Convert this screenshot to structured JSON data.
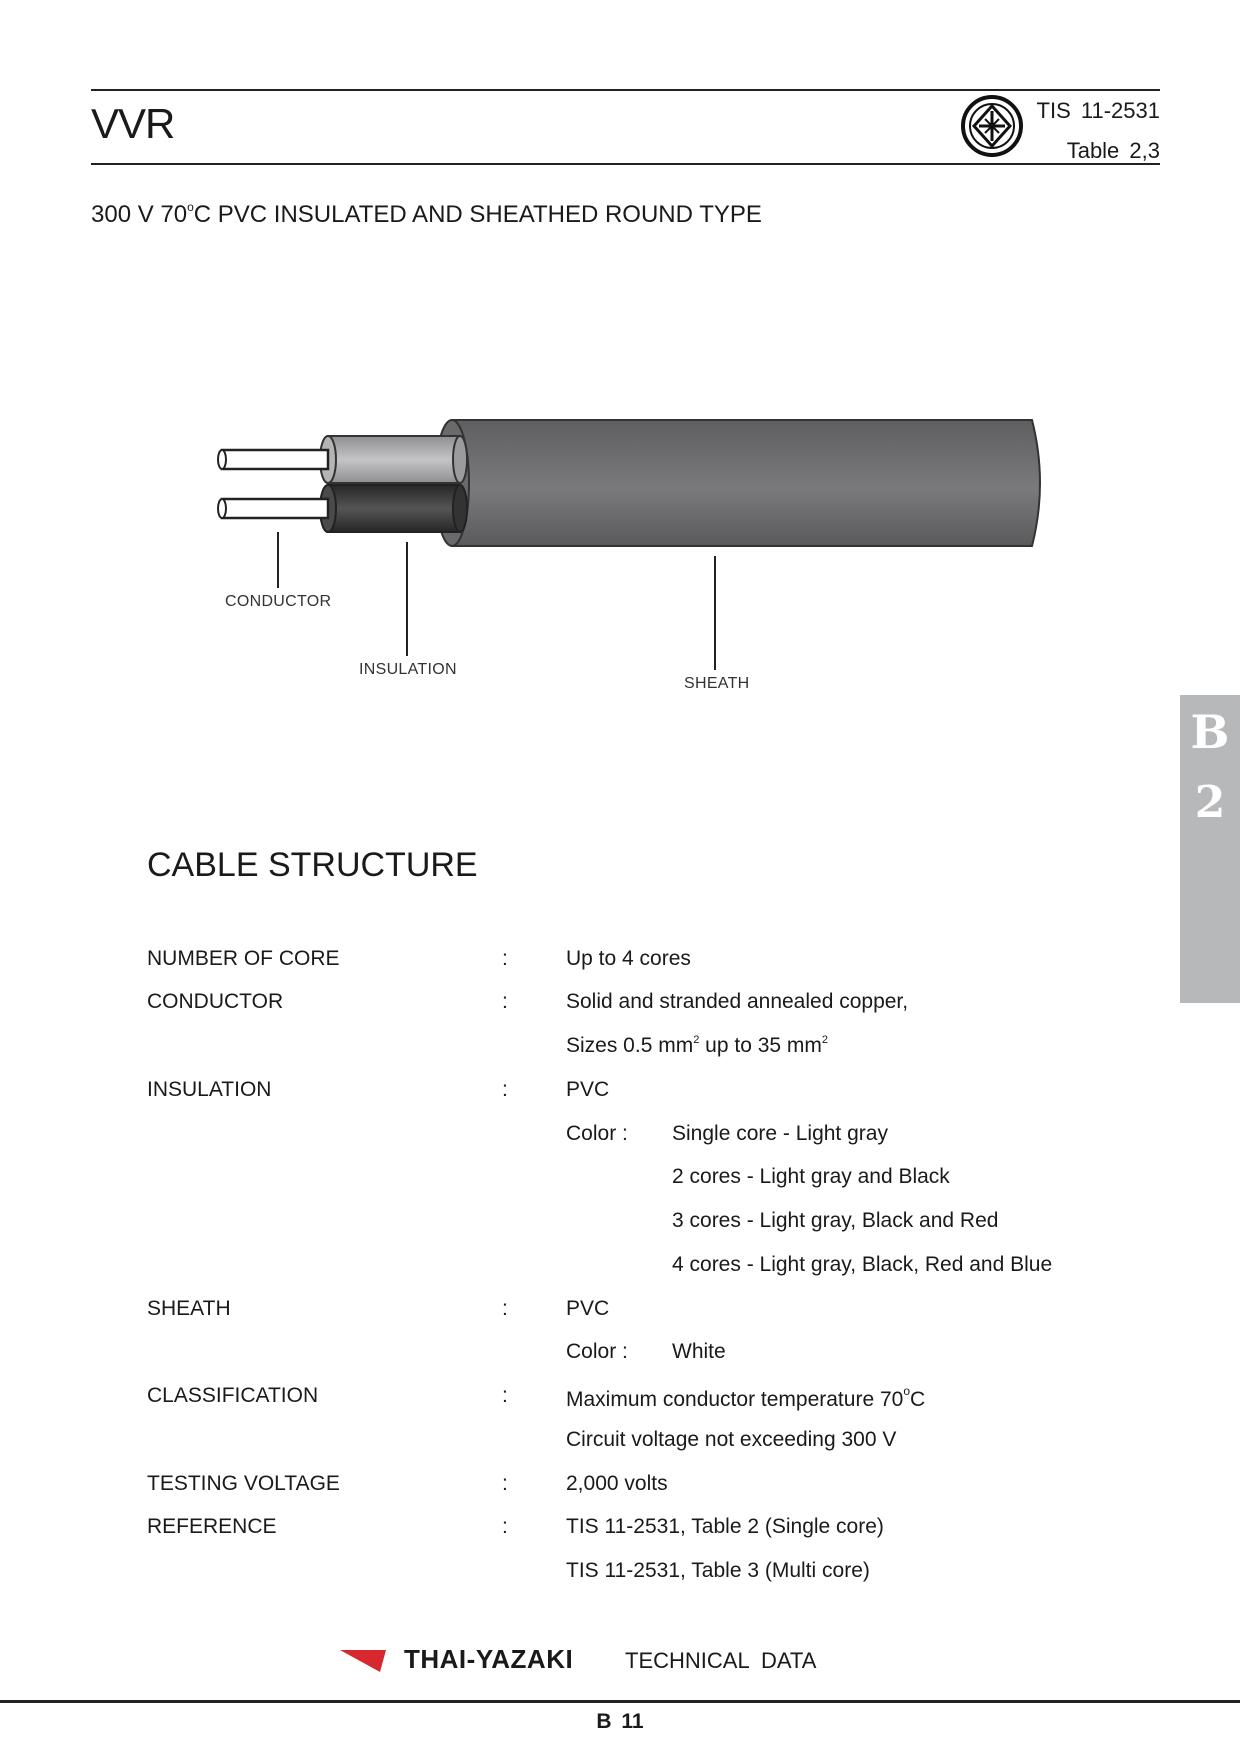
{
  "header": {
    "title": "VVR",
    "standard_code": "TIS  11-2531",
    "standard_table": "Table  2,3",
    "logo_icon": "tis-certification-mark-icon"
  },
  "subtitle": {
    "voltage": "300 V 70",
    "degree": "o",
    "rest": "C PVC INSULATED AND SHEATHED ROUND TYPE"
  },
  "diagram": {
    "labels": {
      "conductor": "CONDUCTOR",
      "insulation": "INSULATION",
      "sheath": "SHEATH"
    },
    "colors": {
      "sheath": "#6e6e70",
      "light_gray_core": "#a9a9ab",
      "black_core": "#3d3d3d",
      "conductor": "#ffffff"
    }
  },
  "side_tab": {
    "letter": "B",
    "number": "2",
    "color": "#b7b8ba"
  },
  "section": {
    "title": "CABLE STRUCTURE",
    "colon": ":",
    "rows": {
      "number_of_core": {
        "label": "NUMBER OF CORE",
        "value": "Up to 4 cores"
      },
      "conductor": {
        "label": "CONDUCTOR",
        "line1": "Solid and stranded annealed copper,",
        "line2_a": "Sizes 0.5 mm",
        "line2_b": " up to 35 mm",
        "sq": "2"
      },
      "insulation": {
        "label": "INSULATION",
        "value": "PVC",
        "color_label": "Color :",
        "colors": [
          "Single core - Light gray",
          "2 cores - Light gray and Black",
          "3 cores - Light gray, Black and Red",
          "4 cores - Light gray, Black, Red and Blue"
        ]
      },
      "sheath": {
        "label": "SHEATH",
        "value": "PVC",
        "color_label": "Color :",
        "color": "White"
      },
      "classification": {
        "label": "CLASSIFICATION",
        "line1_a": "Maximum conductor temperature 70",
        "degree": "o",
        "line1_b": "C",
        "line2": "Circuit voltage not exceeding 300 V"
      },
      "testing_voltage": {
        "label": "TESTING VOLTAGE",
        "value": "2,000 volts"
      },
      "reference": {
        "label": "REFERENCE",
        "line1": "TIS 11-2531, Table 2 (Single core)",
        "line2": "TIS 11-2531, Table 3 (Multi core)"
      }
    }
  },
  "footer": {
    "brand": "THAI-YAZAKI",
    "brand_sub": "TECHNICAL  DATA",
    "page": "B  11",
    "mark_color": "#d7282f",
    "mark_icon": "thai-yazaki-logo-mark-icon"
  }
}
